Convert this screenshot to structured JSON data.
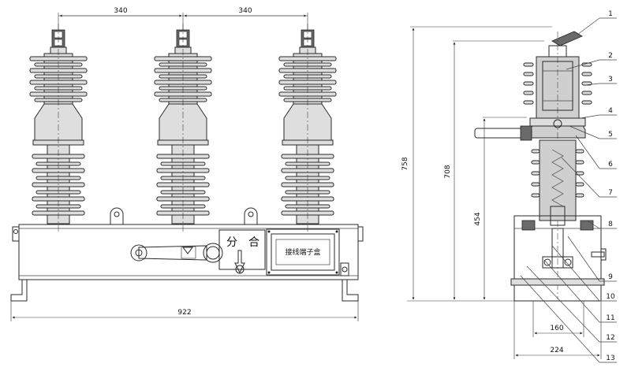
{
  "dimensions": {
    "pole_spacing_left": "340",
    "pole_spacing_right": "340",
    "total_width": "922",
    "height_overall": "758",
    "height_top": "708",
    "height_mid": "454",
    "base_inner": "160",
    "base_outer": "224"
  },
  "labels": {
    "open": "分",
    "close": "合",
    "junction_box": "接线端子盒"
  },
  "part_numbers": [
    "1",
    "2",
    "3",
    "4",
    "5",
    "6",
    "7",
    "8",
    "9",
    "10",
    "11",
    "12",
    "13"
  ]
}
